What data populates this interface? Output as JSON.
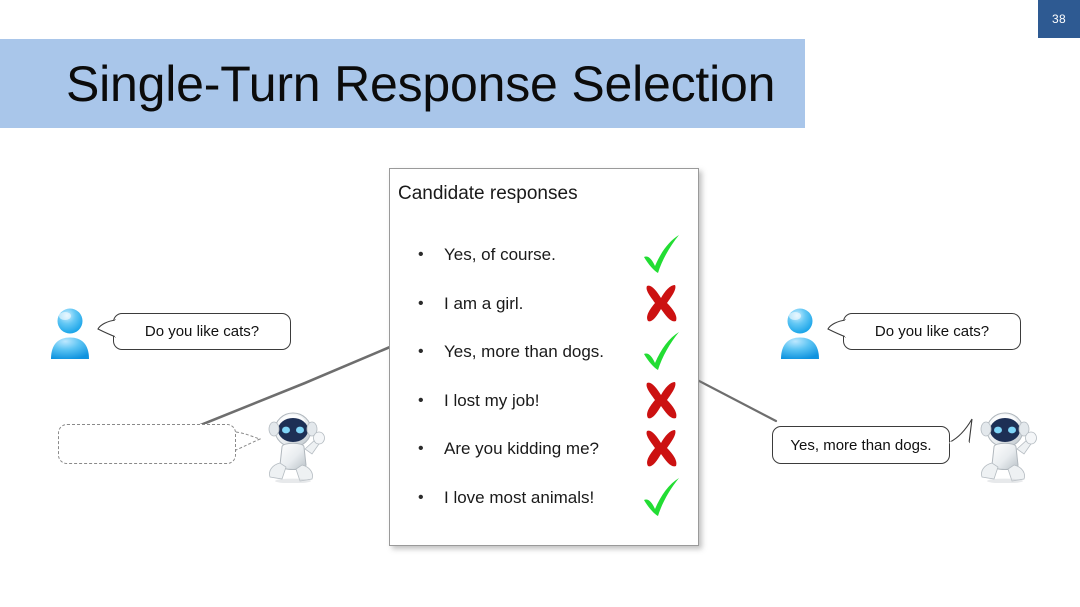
{
  "slide": {
    "number": "38",
    "title": "Single-Turn Response Selection",
    "title_bar_color": "#A9C6EA",
    "badge_color": "#2E5A92"
  },
  "candidate_panel": {
    "heading": "Candidate responses",
    "bullet_glyph": "•",
    "items": [
      {
        "text": "Yes, of course.",
        "mark": "check-mark",
        "mark_label": "correct"
      },
      {
        "text": "I am a girl.",
        "mark": "cross-mark",
        "mark_label": "incorrect"
      },
      {
        "text": "Yes, more than dogs.",
        "mark": "check-mark",
        "mark_label": "correct"
      },
      {
        "text": "I lost my job!",
        "mark": "cross-mark",
        "mark_label": "incorrect"
      },
      {
        "text": "Are you kidding me?",
        "mark": "cross-mark",
        "mark_label": "incorrect"
      },
      {
        "text": "I love most animals!",
        "mark": "check-mark",
        "mark_label": "correct"
      }
    ],
    "check_color": "#22DD33",
    "cross_color": "#CC1111"
  },
  "left_scene": {
    "person_icon": "person-icon",
    "robot_icon": "robot-icon",
    "user_bubble": "Do you like cats?",
    "robot_bubble": ""
  },
  "right_scene": {
    "person_icon": "person-icon",
    "robot_icon": "robot-icon",
    "user_bubble": "Do you like cats?",
    "robot_bubble": "Yes, more than dogs."
  }
}
